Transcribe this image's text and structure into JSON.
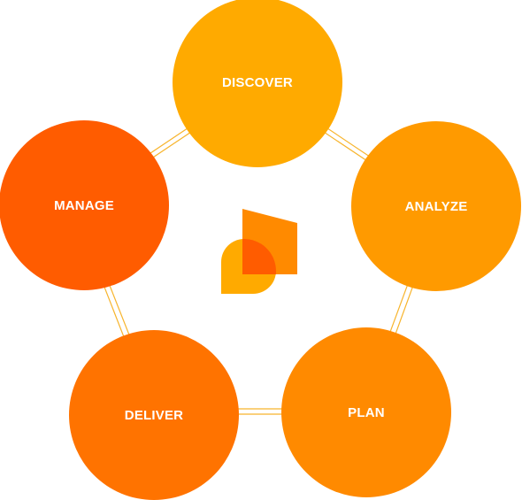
{
  "diagram": {
    "stages": [
      {
        "id": "discover",
        "label": "DISCOVER",
        "color": "#FFAA00"
      },
      {
        "id": "analyze",
        "label": "ANALYZE",
        "color": "#FF9A00"
      },
      {
        "id": "plan",
        "label": "PLAN",
        "color": "#FF8A00"
      },
      {
        "id": "deliver",
        "label": "DELIVER",
        "color": "#FF7300"
      },
      {
        "id": "manage",
        "label": "MANAGE",
        "color": "#FF5C00"
      }
    ],
    "ring_color": "#F7B42C",
    "logo": {
      "name": "center-logo-icon",
      "colors": {
        "back": "#FF8A00",
        "front": "#FFAA00",
        "overlap": "#FF5C00"
      }
    }
  }
}
